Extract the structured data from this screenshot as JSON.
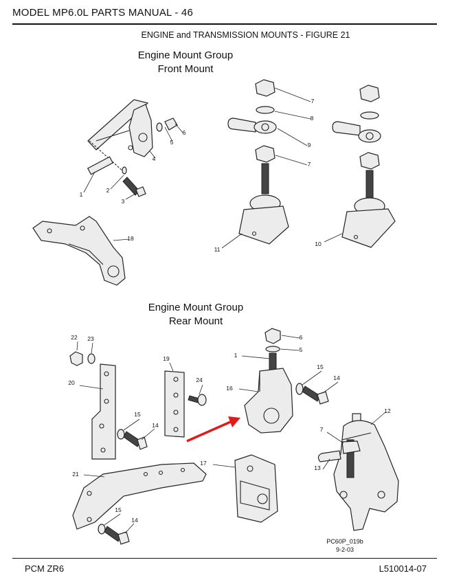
{
  "header": {
    "manual_title": "MODEL MP6.0L PARTS MANUAL - 46",
    "figure_title": "ENGINE and TRANSMISSION MOUNTS - FIGURE 21"
  },
  "groups": {
    "front": {
      "line1": "Engine Mount Group",
      "line2": "Front Mount"
    },
    "rear": {
      "line1": "Engine Mount Group",
      "line2": "Rear Mount"
    }
  },
  "callouts": {
    "front": [
      "7",
      "8",
      "9",
      "7",
      "6",
      "5",
      "4",
      "1",
      "2",
      "3",
      "18",
      "11",
      "10"
    ],
    "rear": [
      "22",
      "23",
      "20",
      "19",
      "24",
      "15",
      "14",
      "6",
      "5",
      "1",
      "16",
      "15",
      "14",
      "12",
      "7",
      "13",
      "21",
      "17",
      "15",
      "14"
    ]
  },
  "drawing_code": {
    "line1": "PC60P_019b",
    "line2": "9-2-03"
  },
  "footer": {
    "left": "PCM ZR6",
    "right": "L510014-07"
  },
  "colors": {
    "arrow": "#e01b1b",
    "ink": "#111111"
  }
}
